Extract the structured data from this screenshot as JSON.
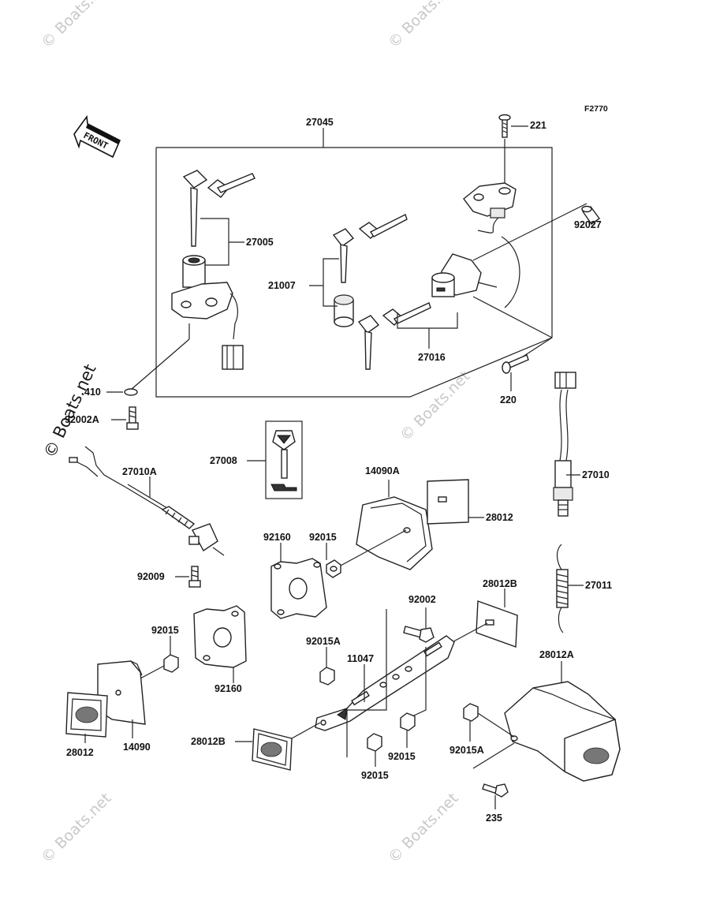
{
  "figure_code": "F2770",
  "front_label": "FRONT",
  "watermark": "© Boats.net",
  "callouts": {
    "c27045": "27045",
    "c221": "221",
    "c92027": "92027",
    "c27005": "27005",
    "c21007": "21007",
    "c27016": "27016",
    "c220": "220",
    "c410": "410",
    "c92002A": "92002A",
    "c27008": "27008",
    "c27010A": "27010A",
    "c14090A": "14090A",
    "c28012_top": "28012",
    "c27010": "27010",
    "c92160_a": "92160",
    "c92015_a": "92015",
    "c92009": "92009",
    "c27011": "27011",
    "c92002": "92002",
    "c28012B_a": "28012B",
    "c92015_b": "92015",
    "c92015A_a": "92015A",
    "c11047": "11047",
    "c28012A": "28012A",
    "c92160_b": "92160",
    "c28012_bot": "28012",
    "c14090": "14090",
    "c28012B_b": "28012B",
    "c92015_c": "92015",
    "c92015_d": "92015",
    "c92015A_b": "92015A",
    "c235": "235"
  }
}
